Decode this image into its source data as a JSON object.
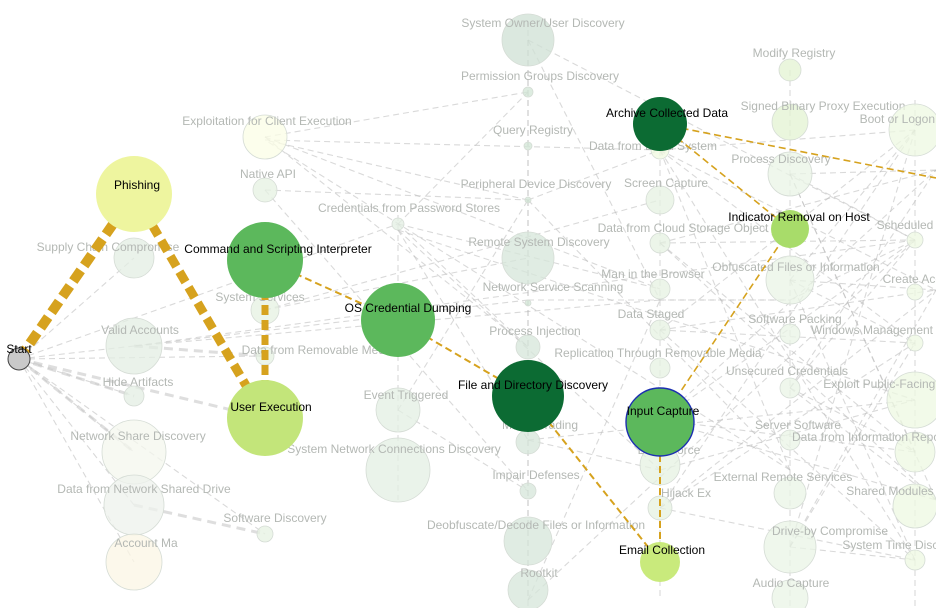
{
  "graph": {
    "start_label": "Start",
    "path_nodes": [
      {
        "id": "phishing",
        "label": "Phishing",
        "color": "#eef59f"
      },
      {
        "id": "cmd",
        "label": "Command and Scripting Interpreter",
        "color": "#5cb85c"
      },
      {
        "id": "user_exec",
        "label": "User Execution",
        "color": "#c3e57a"
      },
      {
        "id": "cred_dump",
        "label": "OS Credential Dumping",
        "color": "#5cb85c"
      },
      {
        "id": "file_dir",
        "label": "File and Directory Discovery",
        "color": "#0c6b33"
      },
      {
        "id": "archive",
        "label": "Archive Collected Data",
        "color": "#0c6b33"
      },
      {
        "id": "indicator",
        "label": "Indicator Removal on Host",
        "color": "#a8dc6a"
      },
      {
        "id": "input_capture",
        "label": "Input Capture",
        "color": "#5cb85c",
        "outline": "#1c2fb0"
      },
      {
        "id": "email",
        "label": "Email Collection",
        "color": "#c9ea7c"
      }
    ],
    "background_nodes": [
      "System Owner/User Discovery",
      "Modify Registry",
      "Permission Groups Discovery",
      "Exploitation for Client Execution",
      "Signed Binary Proxy Execution",
      "Query Registry",
      "Boot or Logon Auto",
      "Data from Local System",
      "Native API",
      "Process Discovery",
      "Peripheral Device Discovery",
      "Screen Capture",
      "Credentials from Password Stores",
      "Data from Cloud Storage Object",
      "Supply Chain Compromise",
      "Remote System Discovery",
      "Scheduled",
      "Obfuscated Files or Information",
      "Man in the Browser",
      "Network Service Scanning",
      "Create Acc",
      "System Services",
      "Data Staged",
      "Valid Accounts",
      "Software Packing",
      "Process Injection",
      "Windows Management Instrumentation",
      "Data from Removable Media",
      "Replication Through Removable Media",
      "Hide Artifacts",
      "Unsecured Credentials",
      "Event Triggered",
      "Exploit Public-Facing Application",
      "Network Share Discovery",
      "Masquerading",
      "Server Software",
      "Data from Information Repositories",
      "Brute Force",
      "System Network Connections Discovery",
      "Impair Defenses",
      "External Remote Services",
      "Data from Network Shared Drive",
      "Hijack Ex",
      "Shared Modules",
      "Software Discovery",
      "Deobfuscate/Decode Files or Information",
      "Drive-by Compromise",
      "Account Ma",
      "System Time Discovery",
      "Rootkit",
      "Audio Capture"
    ]
  }
}
